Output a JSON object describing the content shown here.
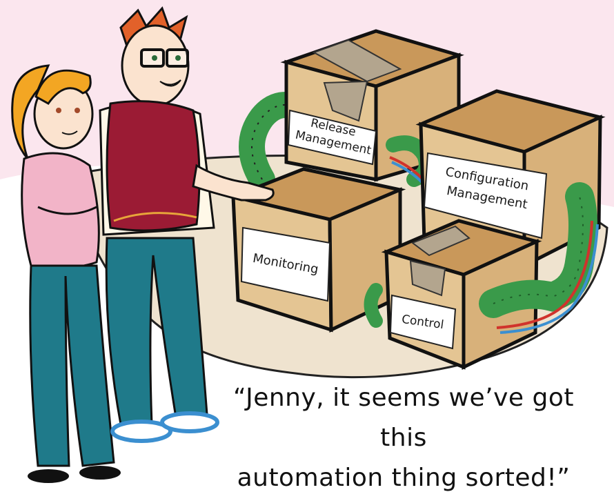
{
  "comic": {
    "box_labels": {
      "release_line1": "Release",
      "release_line2": "Management",
      "config_line1": "Configuration",
      "config_line2": "Management",
      "monitoring": "Monitoring",
      "control": "Control"
    },
    "caption_line1": "“Jenny, it seems we’ve got this",
    "caption_line2": "automation thing sorted!”"
  },
  "colors": {
    "background_top": "#fbe6ee",
    "floor": "#efe3cf",
    "box_front": "#e4c593",
    "box_lid": "#c9985a",
    "tape": "#b3a58e",
    "cable_green": "#3a9a4a",
    "vest": "#9b1b34",
    "jeans": "#1f7a8a",
    "hair_jenny": "#f3a623",
    "hair_man": "#e2612a",
    "sweater": "#f2b4c8"
  }
}
